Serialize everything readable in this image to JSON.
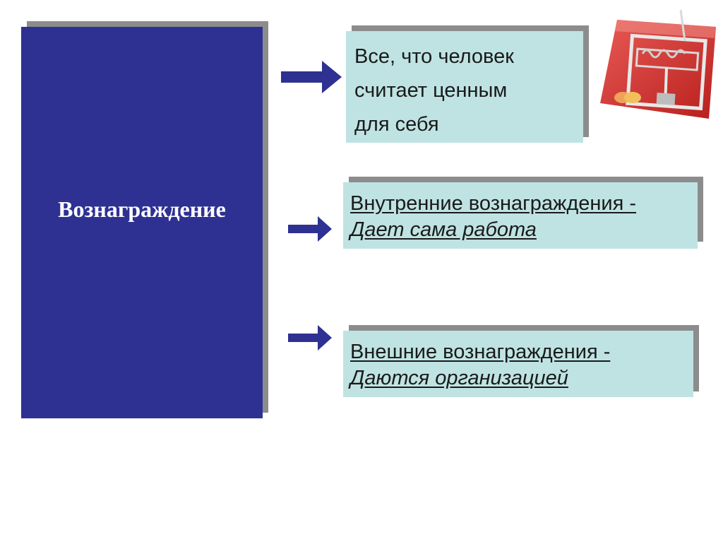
{
  "main": {
    "label": "Вознаграждение"
  },
  "cards": {
    "value": {
      "line1": "Все, что человек",
      "line2": "считает ценным",
      "line3": "для себя"
    },
    "intrinsic": {
      "title": "Внутренние вознаграждения -",
      "subtitle": "Дает сама работа"
    },
    "extrinsic": {
      "title": "Внешние вознаграждения -",
      "subtitle": "Даются организацией"
    }
  },
  "colors": {
    "main_box": "#2e3192",
    "card_fill": "#bfe3e3",
    "arrow": "#2e3192",
    "shadow": "#8c8c8c",
    "card_image": "#d9302c"
  },
  "icons": {
    "picture": "mousetrap-credit-card-icon"
  }
}
